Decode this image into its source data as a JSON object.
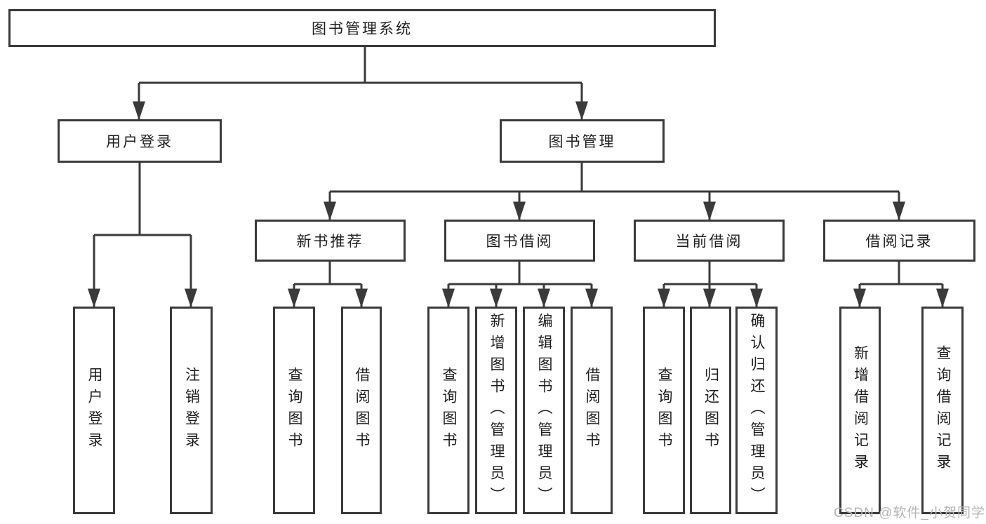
{
  "diagram": {
    "root": {
      "label": "图书管理系统"
    },
    "level2": [
      {
        "label": "用户登录"
      },
      {
        "label": "图书管理"
      }
    ],
    "level3": [
      {
        "label": "新书推荐"
      },
      {
        "label": "图书借阅"
      },
      {
        "label": "当前借阅"
      },
      {
        "label": "借阅记录"
      }
    ],
    "leaves": [
      {
        "label": "用户登录"
      },
      {
        "label": "注销登录"
      },
      {
        "label": "查询图书"
      },
      {
        "label": "借阅图书"
      },
      {
        "label": "查询图书"
      },
      {
        "label": "新增图书（管理员）"
      },
      {
        "label": "编辑图书（管理员）"
      },
      {
        "label": "借阅图书"
      },
      {
        "label": "查询图书"
      },
      {
        "label": "归还图书"
      },
      {
        "label": "确认归还（管理员）"
      },
      {
        "label": "新增借阅记录"
      },
      {
        "label": "查询借阅记录"
      }
    ]
  },
  "watermark": {
    "text": "CSDN @软件_小贺同学"
  },
  "colors": {
    "line": "#3a3a3a",
    "text": "#1e1e1e",
    "background": "#ffffff",
    "watermark": "#b5b5b5"
  }
}
